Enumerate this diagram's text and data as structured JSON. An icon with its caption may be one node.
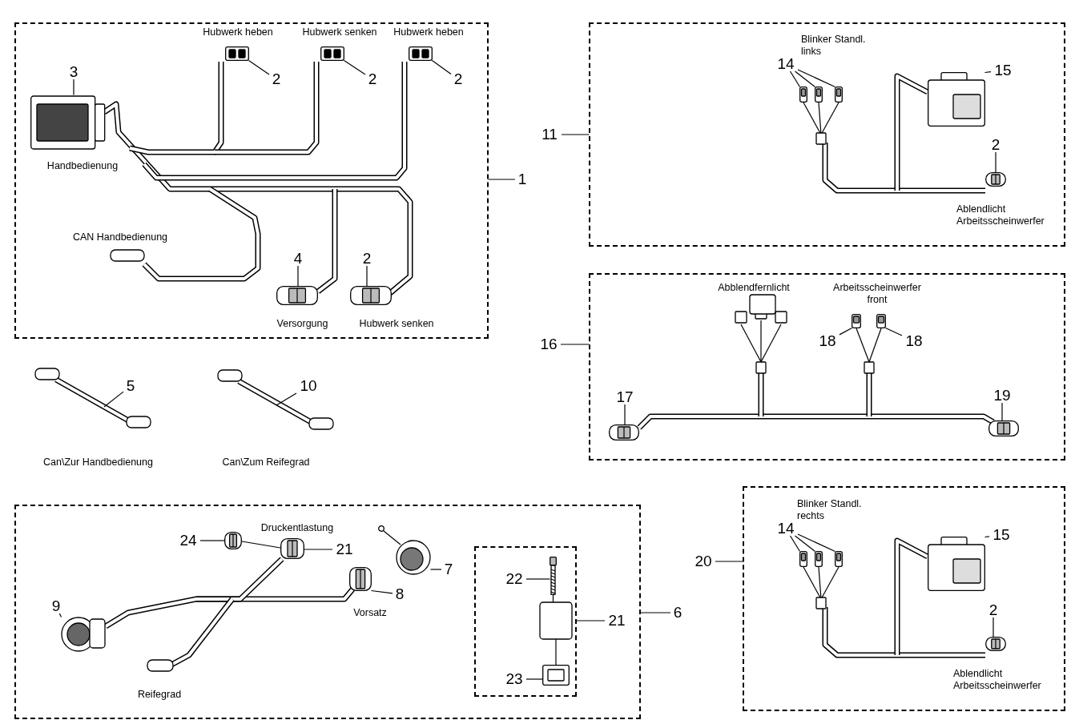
{
  "diagram": {
    "nodes": [
      {
        "text": [],
        "shape": "box"
      },
      {
        "text": [
          "3"
        ],
        "in": 0
      },
      {
        "text": [
          "2"
        ],
        "in": 0
      },
      {
        "text": [
          "2"
        ],
        "in": 0
      },
      {
        "text": [
          "2"
        ],
        "in": 0
      },
      {
        "text": [
          "4"
        ],
        "in": 0
      },
      {
        "text": [
          "2"
        ],
        "in": 0
      },
      {
        "text": [
          "1"
        ]
      },
      {
        "text": [],
        "shape": "box"
      },
      {
        "text": [
          "11"
        ]
      },
      {
        "text": [
          "14"
        ],
        "in": 8
      },
      {
        "text": [
          "15"
        ],
        "in": 8
      },
      {
        "text": [
          "2"
        ],
        "in": 8
      },
      {
        "text": [],
        "shape": "box"
      },
      {
        "text": [
          "16"
        ]
      },
      {
        "text": [
          "17"
        ],
        "in": 13
      },
      {
        "text": [
          "18"
        ],
        "in": 13
      },
      {
        "text": [
          "18"
        ],
        "in": 13
      },
      {
        "text": [
          "19"
        ],
        "in": 13
      },
      {
        "text": [
          "5"
        ]
      },
      {
        "text": [
          "10"
        ]
      },
      {
        "text": [],
        "shape": "box"
      },
      {
        "text": [
          "24"
        ],
        "in": 21
      },
      {
        "text": [
          "21"
        ],
        "in": 21
      },
      {
        "text": [
          "9"
        ],
        "in": 21
      },
      {
        "text": [
          "8"
        ],
        "in": 21
      },
      {
        "text": [
          "7"
        ],
        "in": 21
      },
      {
        "text": [],
        "shape": "box",
        "in": 21
      },
      {
        "text": [
          "22"
        ],
        "in": 27
      },
      {
        "text": [
          "23"
        ],
        "in": 27
      },
      {
        "text": [
          "21"
        ],
        "in": 21
      },
      {
        "text": [
          "6"
        ]
      },
      {
        "text": [],
        "shape": "box"
      },
      {
        "text": [
          "20"
        ]
      },
      {
        "text": [
          "14"
        ],
        "in": 32
      },
      {
        "text": [
          "15"
        ],
        "in": 32
      },
      {
        "text": [
          "2"
        ],
        "in": 32
      },
      {
        "text": [],
        "shape": "picture",
        "in": 0
      },
      {
        "text": [],
        "shape": "picture",
        "in": 0
      },
      {
        "text": [],
        "shape": "picture",
        "in": 0
      },
      {
        "text": [],
        "shape": "picture",
        "in": 0
      },
      {
        "text": [],
        "shape": "picture",
        "in": 0
      },
      {
        "text": [],
        "shape": "picture",
        "in": 0
      },
      {
        "text": [],
        "shape": "picture",
        "in": 8
      },
      {
        "text": [],
        "shape": "picture",
        "in": 8
      },
      {
        "text": [],
        "shape": "picture",
        "in": 8
      },
      {
        "text": [],
        "shape": "picture",
        "in": 8
      },
      {
        "text": [],
        "shape": "picture",
        "in": 8
      },
      {
        "text": [],
        "shape": "picture",
        "in": 13
      },
      {
        "text": [],
        "shape": "picture",
        "in": 13
      },
      {
        "text": [],
        "shape": "picture",
        "in": 13
      },
      {
        "text": [],
        "shape": "picture",
        "in": 13
      },
      {
        "text": [],
        "shape": "picture",
        "in": 21
      },
      {
        "text": [],
        "shape": "picture",
        "in": 21
      },
      {
        "text": [],
        "shape": "picture",
        "in": 21
      },
      {
        "text": [],
        "shape": "picture",
        "in": 21
      },
      {
        "text": [],
        "shape": "picture",
        "in": 21
      },
      {
        "text": [],
        "shape": "picture",
        "in": 27
      },
      {
        "text": [],
        "shape": "picture",
        "in": 27
      },
      {
        "text": [],
        "shape": "picture",
        "in": 32
      },
      {
        "text": [],
        "shape": "picture",
        "in": 32
      },
      {
        "text": [],
        "shape": "picture",
        "in": 32
      },
      {
        "text": [],
        "shape": "picture",
        "in": 32
      },
      {
        "text": [],
        "shape": "picture",
        "in": 32
      }
    ],
    "edges": [
      {
        "from": 1,
        "to": 37,
        "arrow": "none"
      },
      {
        "from": 2,
        "to": 38,
        "arrow": "none"
      },
      {
        "from": 3,
        "to": 39,
        "arrow": "none"
      },
      {
        "from": 4,
        "to": 40,
        "arrow": "none"
      },
      {
        "from": 5,
        "to": 41,
        "arrow": "none"
      },
      {
        "from": 6,
        "to": 42,
        "arrow": "none"
      },
      {
        "from": 7,
        "to": 0,
        "arrow": "none"
      },
      {
        "from": 9,
        "to": 8,
        "arrow": "none"
      },
      {
        "from": 10,
        "to": 43,
        "arrow": "none"
      },
      {
        "from": 10,
        "to": 44,
        "arrow": "none"
      },
      {
        "from": 10,
        "to": 45,
        "arrow": "none"
      },
      {
        "from": 11,
        "to": 46,
        "arrow": "none"
      },
      {
        "from": 12,
        "to": 47,
        "arrow": "none"
      },
      {
        "from": 14,
        "to": 13,
        "arrow": "none"
      },
      {
        "from": 15,
        "to": 48,
        "arrow": "none"
      },
      {
        "from": 16,
        "to": 49,
        "arrow": "none"
      },
      {
        "from": 17,
        "to": 50,
        "arrow": "none"
      },
      {
        "from": 18,
        "to": 51,
        "arrow": "none"
      },
      {
        "from": 19,
        "to": null,
        "arrow": "none"
      },
      {
        "from": 20,
        "to": null,
        "arrow": "none"
      },
      {
        "from": 22,
        "to": 52,
        "arrow": "none"
      },
      {
        "from": 23,
        "to": 53,
        "arrow": "none"
      },
      {
        "from": 24,
        "to": 54,
        "arrow": "none"
      },
      {
        "from": 25,
        "to": 55,
        "arrow": "none"
      },
      {
        "from": 26,
        "to": 56,
        "arrow": "none"
      },
      {
        "from": 28,
        "to": 57,
        "arrow": "none"
      },
      {
        "from": 29,
        "to": 58,
        "arrow": "none"
      },
      {
        "from": 30,
        "to": 27,
        "arrow": "none"
      },
      {
        "from": 31,
        "to": 21,
        "arrow": "none"
      },
      {
        "from": 33,
        "to": 32,
        "arrow": "none"
      },
      {
        "from": 34,
        "to": 59,
        "arrow": "none"
      },
      {
        "from": 34,
        "to": 60,
        "arrow": "none"
      },
      {
        "from": 34,
        "to": 61,
        "arrow": "none"
      },
      {
        "from": 35,
        "to": 62,
        "arrow": "none"
      },
      {
        "from": 36,
        "to": 63,
        "arrow": "none"
      }
    ],
    "labels": [
      "Hubwerk heben",
      "Hubwerk senken",
      "Hubwerk heben",
      "Handbedienung",
      "CAN Handbedienung",
      "Versorgung",
      "Hubwerk senken",
      "Blinker Standl. links",
      "Ablendlicht Arbeitsscheinwerfer",
      "Abblendfernlicht",
      "Arbeitsscheinwerfer front",
      "Can\\Zur Handbedienung",
      "Can\\Zum Reifegrad",
      "Druckentlastung",
      "Vorsatz",
      "Reifegrad",
      "Blinker Standl. rechts",
      "Ablendlicht Arbeitsscheinwerfer"
    ]
  }
}
